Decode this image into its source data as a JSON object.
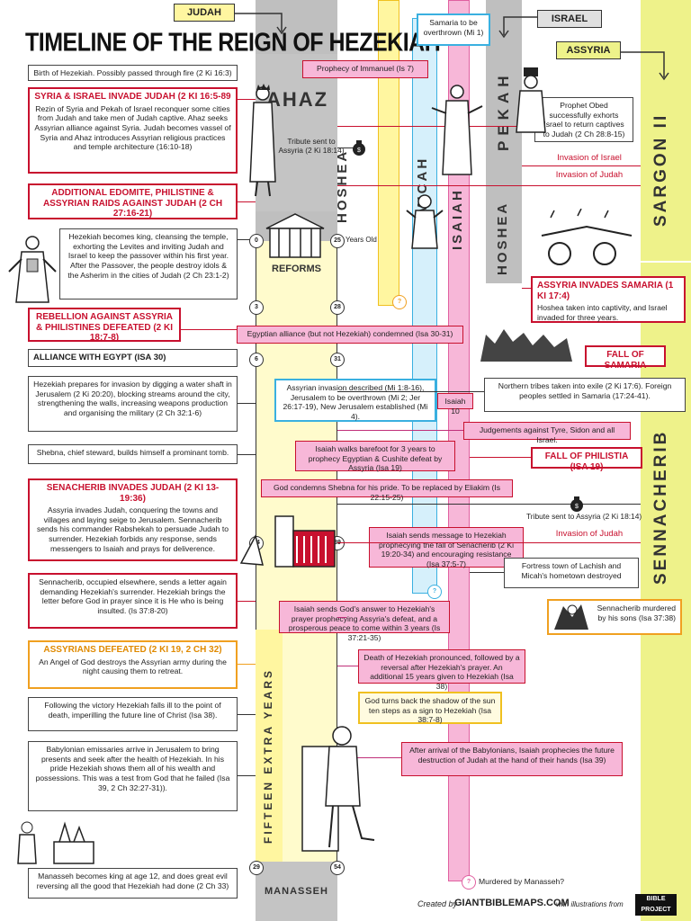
{
  "title": "TIMELINE OF THE REIGN OF HEZEKIAH",
  "kingdom_labels": {
    "judah": "JUDAH",
    "israel": "ISRAEL",
    "assyria": "ASSYRIA"
  },
  "columns": {
    "ahaz": "AHAZ",
    "hoshea_left": "HOSHEA",
    "micah": "MICAH",
    "isaiah": "ISAIAH",
    "pekah": "PEKAH",
    "hoshea_right": "HOSHEA",
    "sargon": "SARGON II",
    "sennacherib": "SENNACHERIB",
    "reforms": "REFORMS",
    "fifteen_years": "FIFTEEN EXTRA YEARS",
    "manasseh": "MANASSEH"
  },
  "markers": {
    "m0": "0",
    "m25": "25",
    "m3": "3",
    "m28": "28",
    "m6": "6",
    "m31": "31",
    "m14": "14",
    "m39": "39",
    "m29": "29",
    "m54": "54",
    "q": "?"
  },
  "years_old": "Years Old",
  "left_events": {
    "birth": "Birth of Hezekiah. Possibly passed through fire (2 Ki 16:3)",
    "syria_head": "SYRIA & ISRAEL INVADE JUDAH (2 KI 16:5-89",
    "syria_body": "Rezin of Syria and Pekah of Israel reconquer some cities from Judah and take men of Judah captive. Ahaz seeks Assyrian alliance against Syria. Judah becomes vassel of Syria and Ahaz introduces Assyrian religious practices and temple architecture (16:10-18)",
    "edomite_head": "ADDITIONAL EDOMITE, PHILISTINE & ASSYRIAN RAIDS AGAINST JUDAH (2 CH 27:16-21)",
    "king": "Hezekiah becomes king, cleansing the temple, exhorting the Levites and inviting Judah and Israel to keep the passover within his first year. After the Passover, the people destroy idols & the Asherim in the cities of Judah (2 Ch 23:1-2)",
    "rebellion_head": "REBELLION AGAINST ASSYRIA & PHILISTINES DEFEATED (2 KI 18:7-8)",
    "alliance": "ALLIANCE WITH EGYPT (ISA 30)",
    "water": "Hezekiah prepares for invasion by digging a water shaft in Jerusalem (2 Ki 20:20), blocking streams around the city, strengthening the walls, increasing weapons production and organising the military (2 Ch 32:1-6)",
    "shebna": "Shebna, chief steward, builds himself a prominant tomb.",
    "senacherib_head": "SENACHERIB INVADES JUDAH (2 KI 13-19:36)",
    "senacherib_body": "Assyria invades Judah, conquering the towns and villages and laying seige to Jerusalem. Sennacherib sends his commander Rabshekah to persuade Judah to surrender. Hezekiah forbids any response, sends messengers to Isaiah and prays for deliverence.",
    "letter": "Sennacherib, occupied elsewhere, sends a letter again demanding Hezekiah's surrender. Hezekiah brings the letter before God in prayer since it is He who is being insulted. (Is 37:8-20)",
    "defeated_head": "ASSYRIANS DEFEATED (2 KI 19, 2 CH 32)",
    "defeated_body": "An Angel of God destroys the Assyrian army during the night causing them to retreat.",
    "ill": "Following the victory Hezekiah falls ill to the point of death, imperilling the future line of Christ (Isa 38).",
    "babylon": "Babylonian emissaries arrive in Jerusalem to bring presents and seek after the health of Hezekiah. In his pride Hezekiah shows them all of his wealth and possessions. This was a test from God that he failed (Isa 39, 2 Ch 32:27-31)).",
    "manasseh": "Manasseh becomes king at age 12, and does great evil reversing all the good that Hezekiah had done (2 Ch 33)"
  },
  "center_events": {
    "samaria_overthrown": "Samaria to be overthrown (Mi 1)",
    "immanuel": "Prophecy of Immanuel (Is 7)",
    "tribute1": "Tribute sent to Assyria (2 Ki 18:14)",
    "egypt_condemned": "Egyptian alliance (but not Hezekiah) condemned (Isa 30-31)",
    "assyrian_described": "Assyrian invasion described (Mi 1:8-16), Jerusalem to be overthrown (Mi 2; Jer 26:17-19), New Jerusalem established (Mi 4).",
    "isaiah10": "Isaiah 10",
    "judgements": "Judgements against Tyre, Sidon and all Israel.",
    "barefoot": "Isaiah walks barefoot for 3 years to prophecy Egyptian & Cushite defeat by Assyria (Isa 19)",
    "shebna_condemned": "God condemns Shebna for his pride. To be replaced by Eliakim (Is 22:15-25)",
    "tribute2": "Tribute sent to Assyria (2 Ki 18:14)",
    "message": "Isaiah sends message to Hezekiah prophecying the fall of Senacherib (2 Ki 19:20-34) and encouraging resistance (Isa 37:5-7)",
    "answer": "Isaiah sends God's answer to Hezekiah's prayer prophecying Assyria's defeat, and a prosperous peace to come within 3 years (Is 37:21-35)",
    "death": "Death of Hezekiah pronounced, followed by a reversal after Hezekiah's prayer. An additional 15 years given to Hezekiah (Isa 38)",
    "sundial": "God turns back the shadow of the sun ten steps as a sign to Hezekiah (Isa 38:7-8)",
    "babylon_prophecy": "After arrival of the Babylonians, Isaiah prophecies the future destruction of Judah at the hand of their hands (Isa 39)",
    "murdered_manasseh": "Murdered by Manasseh?"
  },
  "right_events": {
    "obed": "Prophet Obed successfully exhorts Israel to return captives to Judah (2 Ch 28:8-15)",
    "invasion_israel": "Invasion of Israel",
    "invasion_judah1": "Invasion of Judah",
    "samaria_head": "ASSYRIA INVADES SAMARIA (1 KI 17:4)",
    "samaria_body": "Hoshea taken into captivity, and Israel invaded for three years.",
    "fall_samaria": "FALL OF SAMARIA",
    "exile": "Northern tribes taken into exile (2 Ki 17:6). Foreign peoples settled in Samaria (17:24-41).",
    "fall_philistia": "FALL OF PHILISTIA (ISA 19)",
    "invasion_judah2": "Invasion of Judah",
    "lachish": "Fortress town of Lachish and Micah's hometown destroyed",
    "murdered_sons": "Sennacherib murdered by his sons (Isa 37:38)"
  },
  "credit": {
    "created_by": "Created by",
    "site": "GIANTBIBLEMAPS.COM",
    "illus": "with illustrations from",
    "project": "BIBLE PROJECT"
  },
  "colors": {
    "red": "#c8102e",
    "pink": "#f7b7d8",
    "gray": "#bdbdbd",
    "yellow_band": "#eef28a",
    "blue": "#3ab0e0",
    "orange": "#f0a020"
  }
}
